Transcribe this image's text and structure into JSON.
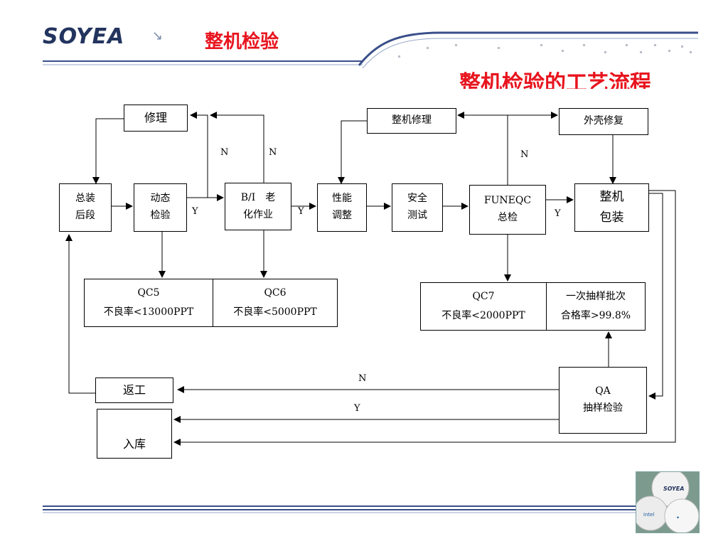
{
  "header": {
    "logo_text": "SOYEA",
    "logo_arrow": "↘",
    "title": "整机检验",
    "subtitle": "整机检验的工艺流程"
  },
  "boxes": {
    "repair": "修理",
    "final_assembly": [
      "总装",
      "后段"
    ],
    "dynamic_test": [
      "动态",
      "检验"
    ],
    "burn_in": [
      "B/I　老",
      "化作业"
    ],
    "performance": [
      "性能",
      "调整"
    ],
    "safety": [
      "安全",
      "测试"
    ],
    "funeqc": [
      "FUNEQC",
      "总检"
    ],
    "packing": [
      "整机",
      "包装"
    ],
    "machine_repair": "整机修理",
    "case_repair": "外壳修复",
    "qc5": [
      "QC5",
      "不良率<13000PPT"
    ],
    "qc6": [
      "QC6",
      "不良率<5000PPT"
    ],
    "qc7": [
      "QC7",
      "不良率<2000PPT"
    ],
    "batch_pass": [
      "一次抽样批次",
      "合格率>99.8%"
    ],
    "qa": [
      "QA",
      "抽样检验"
    ],
    "rework": "返工",
    "warehouse": "入库"
  },
  "labels": {
    "n": "N",
    "y": "Y"
  },
  "colors": {
    "title_red": "#e8141e",
    "header_line": "#3a4f8a"
  }
}
